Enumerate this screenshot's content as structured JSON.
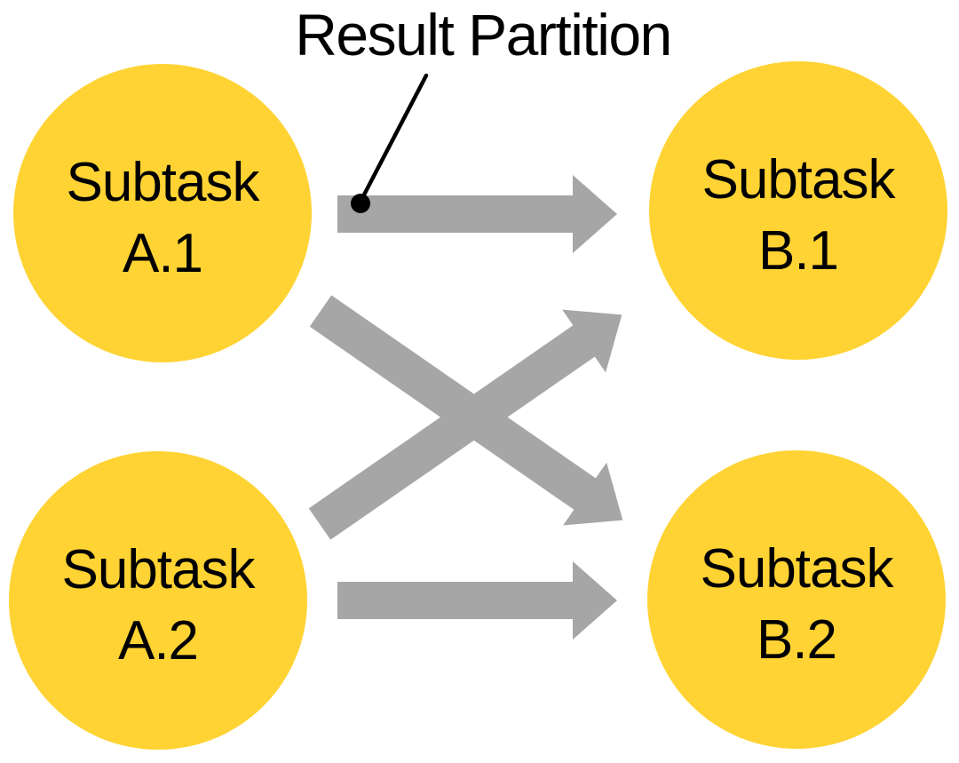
{
  "title": "Result Partition",
  "colors": {
    "background": "#FFFFFF",
    "node_fill": "#FFD333",
    "arrow_fill": "#A6A6A6",
    "text_color": "#000000"
  },
  "nodes": [
    {
      "id": "subtask-a1",
      "line1": "Subtask",
      "line2": "A.1"
    },
    {
      "id": "subtask-b1",
      "line1": "Subtask",
      "line2": "B.1"
    },
    {
      "id": "subtask-a2",
      "line1": "Subtask",
      "line2": "A.2"
    },
    {
      "id": "subtask-b2",
      "line1": "Subtask",
      "line2": "B.2"
    }
  ],
  "edges": [
    {
      "from": "Subtask A.1",
      "to": "Subtask B.1",
      "type": "result-partition-arrow"
    },
    {
      "from": "Subtask A.1",
      "to": "Subtask B.2",
      "type": "result-partition-arrow"
    },
    {
      "from": "Subtask A.2",
      "to": "Subtask B.1",
      "type": "result-partition-arrow"
    },
    {
      "from": "Subtask A.2",
      "to": "Subtask B.2",
      "type": "result-partition-arrow"
    }
  ],
  "callout": {
    "label": "Result Partition",
    "points_to": "arrow from Subtask A.1 to Subtask B.1"
  }
}
